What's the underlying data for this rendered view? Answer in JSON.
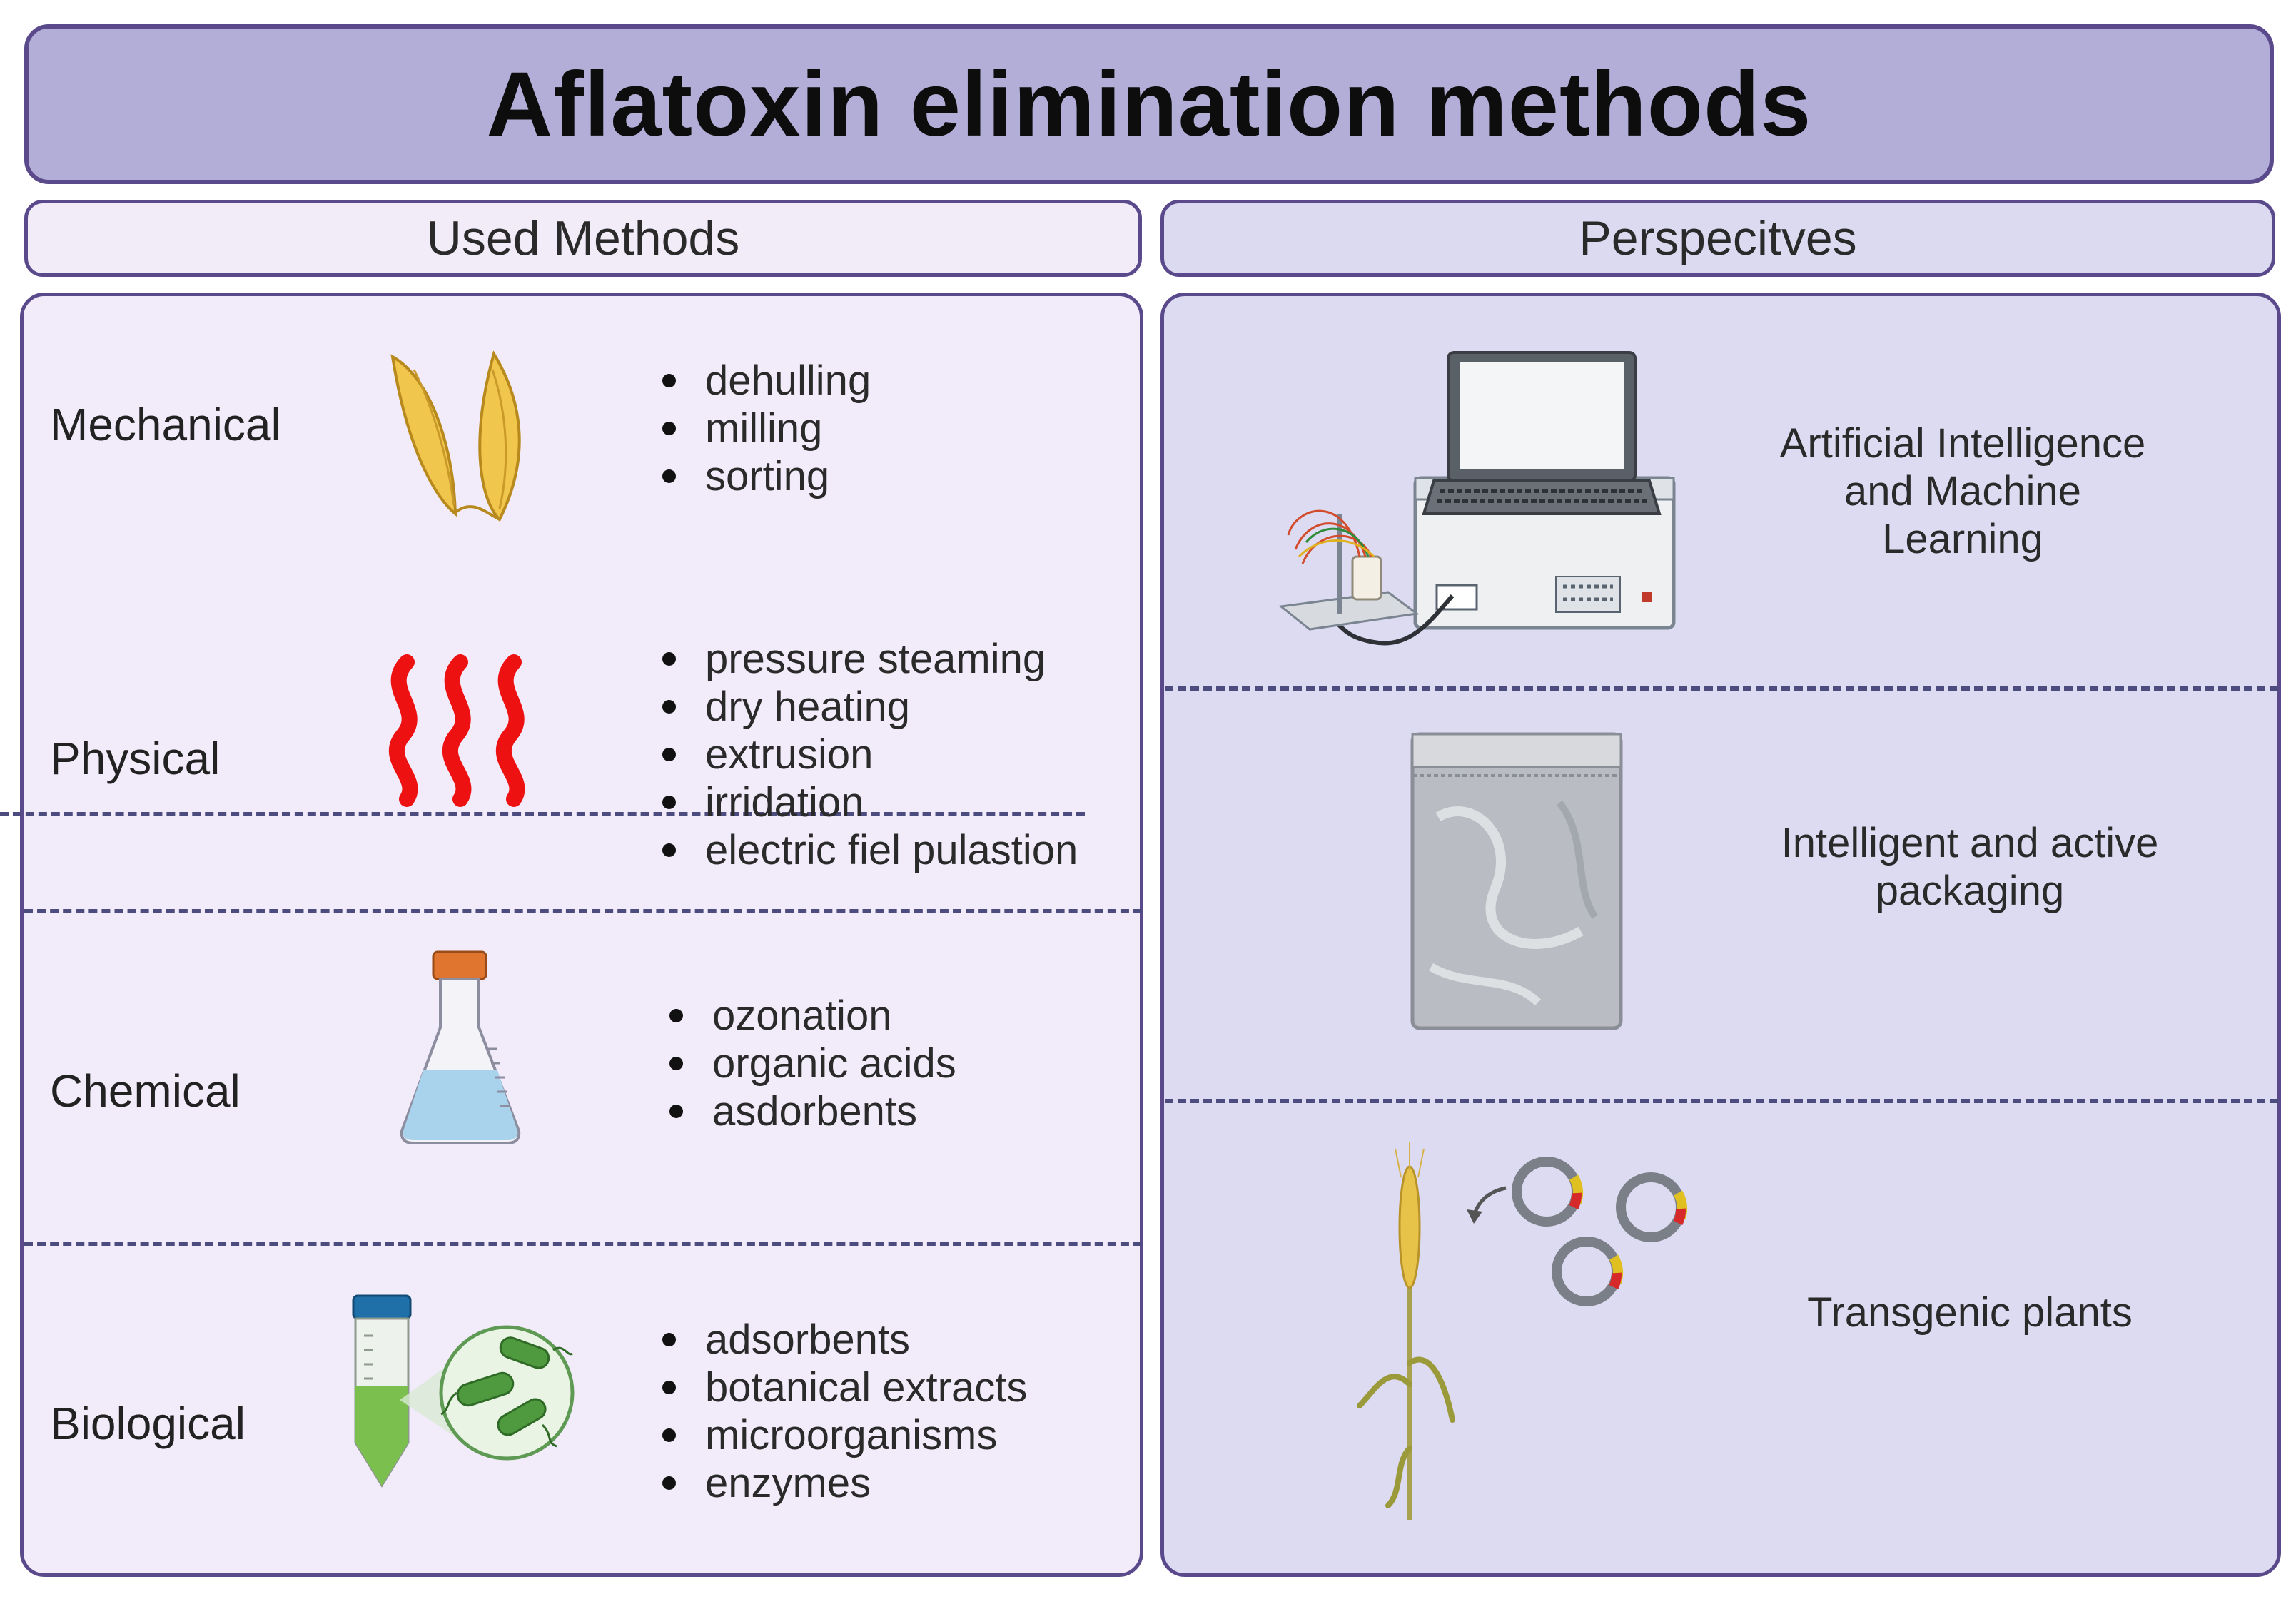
{
  "title": "Aflatoxin elimination methods",
  "used_methods": {
    "header": "Used Methods",
    "categories": [
      {
        "label": "Mechanical",
        "icon": "grain-husk-icon",
        "items": [
          "dehulling",
          "milling",
          "sorting"
        ]
      },
      {
        "label": "Physical",
        "icon": "heat-waves-icon",
        "items": [
          "pressure steaming",
          "dry heating",
          "extrusion",
          "irridation",
          "electric fiel pulastion"
        ]
      },
      {
        "label": "Chemical",
        "icon": "erlenmeyer-flask-icon",
        "items": [
          "ozonation",
          "organic acids",
          "asdorbents"
        ]
      },
      {
        "label": "Biological",
        "icon": "test-tube-bacteria-icon",
        "items": [
          "adsorbents",
          "botanical extracts",
          "microorganisms",
          "enzymes"
        ]
      }
    ]
  },
  "perspectives": {
    "header": "Perspecitves",
    "items": [
      {
        "label": "Artificial Intelligence and Machine Learning",
        "lines": [
          "Artificial Intelligence",
          "and Machine",
          "Learning"
        ],
        "icon": "laptop-sensor-device-icon"
      },
      {
        "label": "Intelligent and active packaging",
        "lines": [
          "Intelligent and active",
          "packaging"
        ],
        "icon": "packaging-bag-icon"
      },
      {
        "label": "Transgenic plants",
        "lines": [
          "Transgenic plants"
        ],
        "icon": "wheat-plasmid-icon"
      }
    ]
  },
  "colors": {
    "title_background": "#b3aed8",
    "border": "#5a4a8c",
    "left_panel": "#f2ecfa",
    "right_panel": "#dddbf1",
    "heat_waves": "#ee1111"
  }
}
